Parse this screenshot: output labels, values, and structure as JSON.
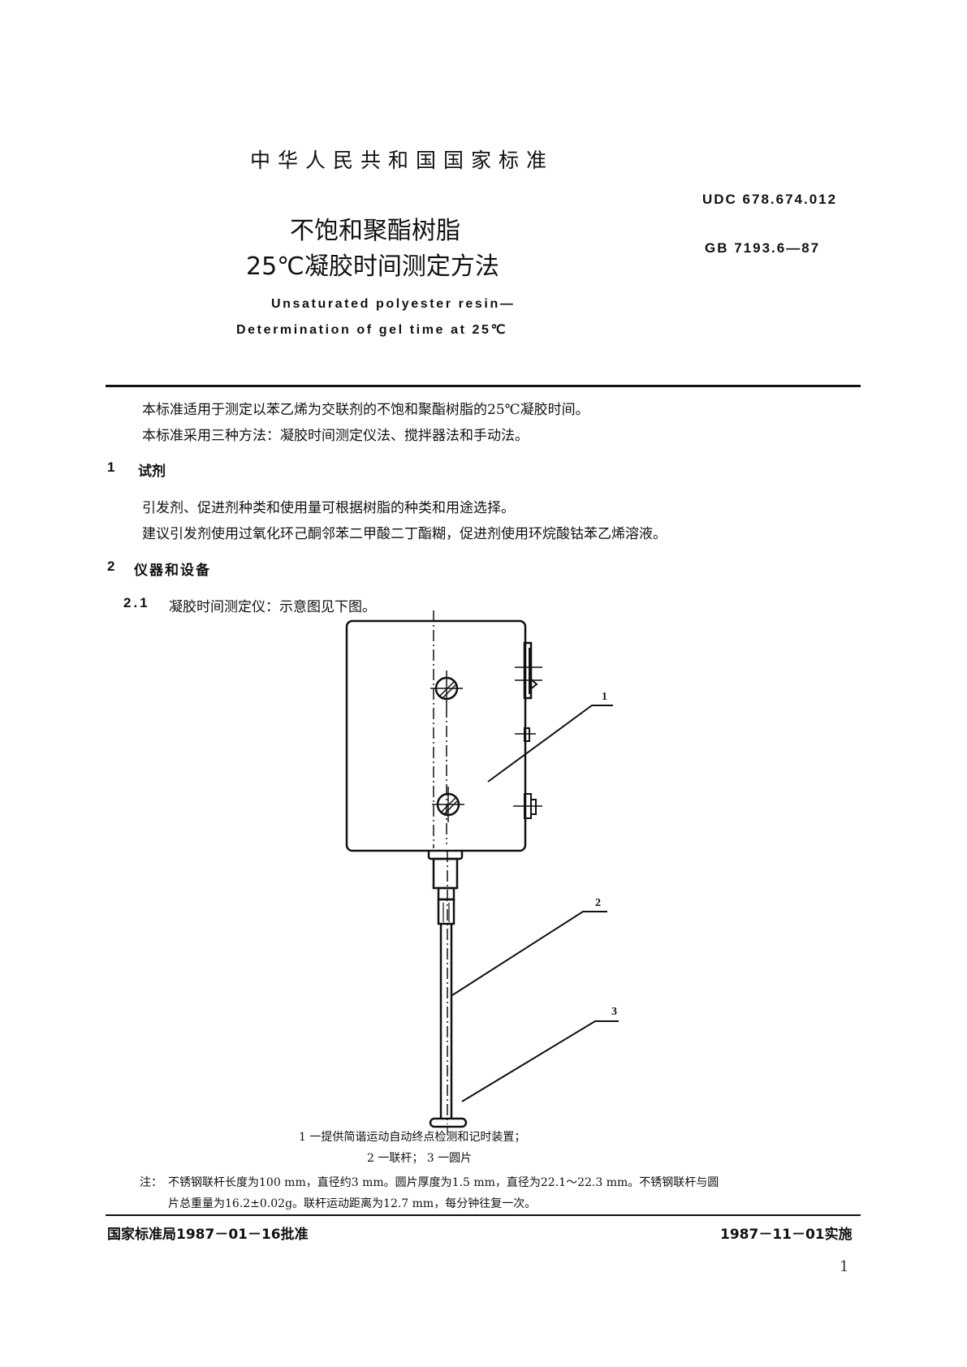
{
  "header": {
    "national_standard": "中华人民共和国国家标准",
    "udc": "UDC 678.674.012",
    "gb_code": "GB 7193.6—87"
  },
  "title": {
    "cn_line1": "不饱和聚酯树脂",
    "cn_line2": "25℃凝胶时间测定方法",
    "en_line1": "Unsaturated polyester resin—",
    "en_line2": "Determination of gel time at 25℃"
  },
  "intro": {
    "p1": "本标准适用于测定以苯乙烯为交联剂的不饱和聚酯树脂的25℃凝胶时间。",
    "p2": "本标准采用三种方法：凝胶时间测定仪法、搅拌器法和手动法。"
  },
  "sections": [
    {
      "number": "1",
      "title": "试剂",
      "paragraphs": [
        "引发剂、促进剂种类和使用量可根据树脂的种类和用途选择。",
        "建议引发剂使用过氧化环己酮邻苯二甲酸二丁酯糊，促进剂使用环烷酸钴苯乙烯溶液。"
      ]
    },
    {
      "number": "2",
      "title": "仪器和设备",
      "subsections": [
        {
          "number": "2.1",
          "text": "凝胶时间测定仪：示意图见下图。"
        }
      ]
    }
  ],
  "figure": {
    "callouts": [
      "1",
      "2",
      "3"
    ],
    "legend_line1": "1 一提供简谐运动自动终点检测和记时装置；",
    "legend_line2": "2 一联杆； 3 一圆片"
  },
  "note": {
    "label": "注：",
    "line1": "不锈钢联杆长度为100 mm，直径约3 mm。圆片厚度为1.5 mm，直径为22.1～22.3 mm。不锈钢联杆与圆",
    "line2": "片总重量为16.2±0.02g。联杆运动距离为12.7 mm，每分钟往复一次。"
  },
  "footer": {
    "approved": "国家标准局1987－01－16批准",
    "effective": "1987－11－01实施",
    "page_number": "1"
  }
}
